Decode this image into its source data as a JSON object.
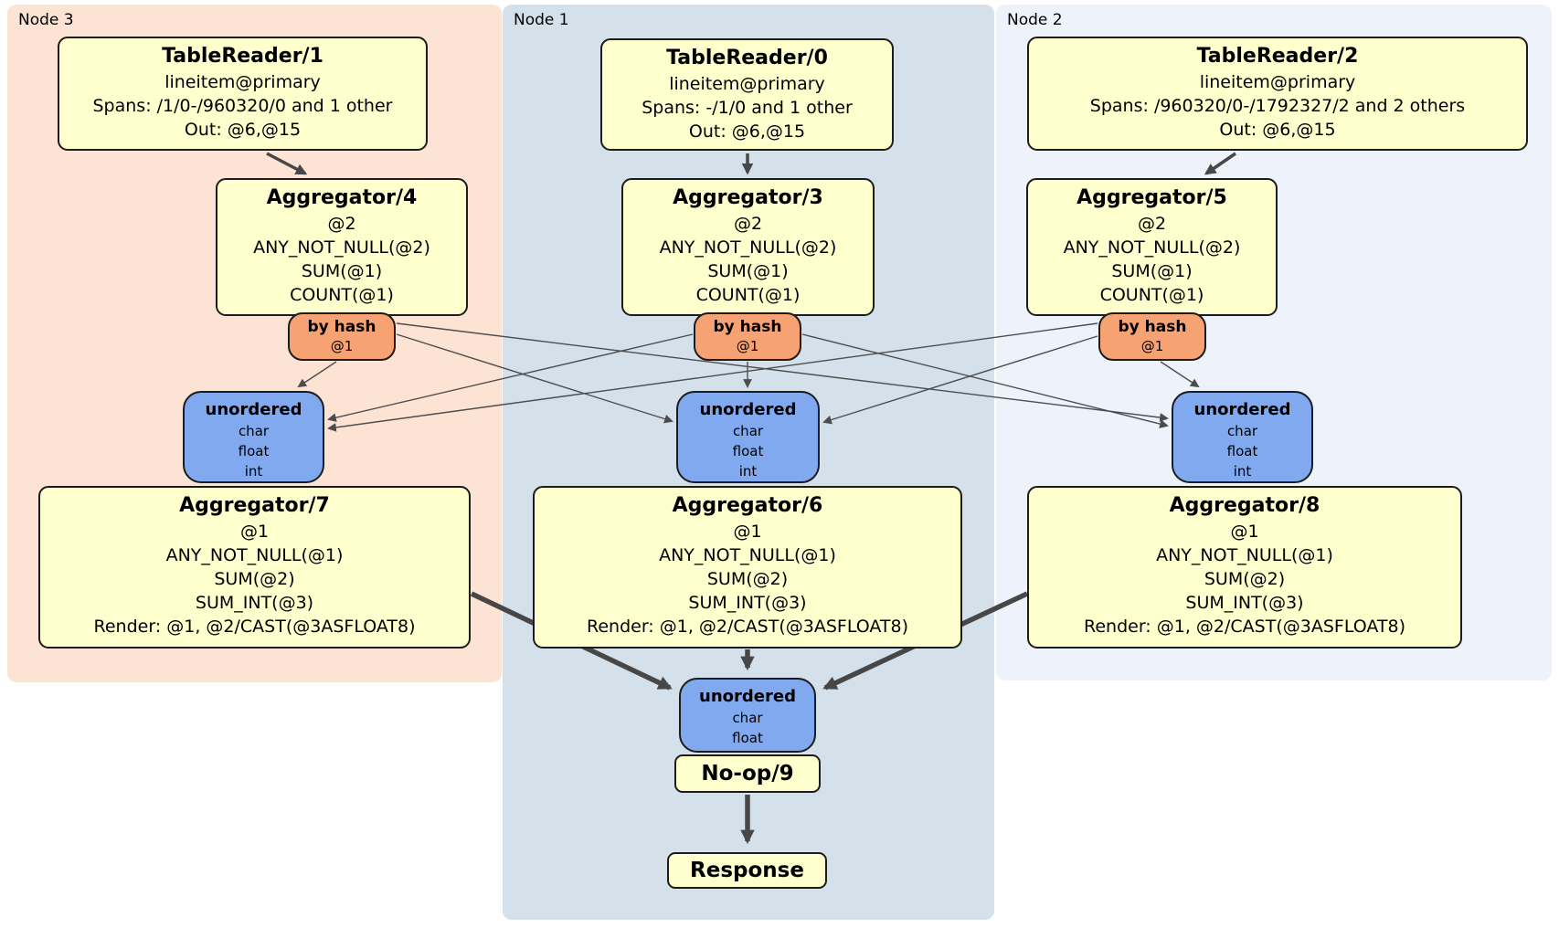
{
  "diagram": {
    "groups": {
      "node3": {
        "label": "Node 3"
      },
      "node1": {
        "label": "Node 1"
      },
      "node2": {
        "label": "Node 2"
      }
    },
    "nodes": {
      "tr1": {
        "title": "TableReader/1",
        "lines": [
          "lineitem@primary",
          "Spans: /1/0-/960320/0 and 1 other",
          "Out: @6,@15"
        ]
      },
      "tr0": {
        "title": "TableReader/0",
        "lines": [
          "lineitem@primary",
          "Spans: -/1/0 and 1 other",
          "Out: @6,@15"
        ]
      },
      "tr2": {
        "title": "TableReader/2",
        "lines": [
          "lineitem@primary",
          "Spans: /960320/0-/1792327/2 and 2 others",
          "Out: @6,@15"
        ]
      },
      "agg4": {
        "title": "Aggregator/4",
        "lines": [
          "@2",
          "ANY_NOT_NULL(@2)",
          "SUM(@1)",
          "COUNT(@1)"
        ]
      },
      "agg3": {
        "title": "Aggregator/3",
        "lines": [
          "@2",
          "ANY_NOT_NULL(@2)",
          "SUM(@1)",
          "COUNT(@1)"
        ]
      },
      "agg5": {
        "title": "Aggregator/5",
        "lines": [
          "@2",
          "ANY_NOT_NULL(@2)",
          "SUM(@1)",
          "COUNT(@1)"
        ]
      },
      "router4": {
        "title": "by hash",
        "lines": [
          "@1"
        ]
      },
      "router3": {
        "title": "by hash",
        "lines": [
          "@1"
        ]
      },
      "router5": {
        "title": "by hash",
        "lines": [
          "@1"
        ]
      },
      "sync3": {
        "title": "unordered",
        "lines": [
          "char",
          "float",
          "int"
        ]
      },
      "sync1": {
        "title": "unordered",
        "lines": [
          "char",
          "float",
          "int"
        ]
      },
      "sync2": {
        "title": "unordered",
        "lines": [
          "char",
          "float",
          "int"
        ]
      },
      "agg7": {
        "title": "Aggregator/7",
        "lines": [
          "@1",
          "ANY_NOT_NULL(@1)",
          "SUM(@2)",
          "SUM_INT(@3)",
          "Render: @1, @2/CAST(@3ASFLOAT8)"
        ]
      },
      "agg6": {
        "title": "Aggregator/6",
        "lines": [
          "@1",
          "ANY_NOT_NULL(@1)",
          "SUM(@2)",
          "SUM_INT(@3)",
          "Render: @1, @2/CAST(@3ASFLOAT8)"
        ]
      },
      "agg8": {
        "title": "Aggregator/8",
        "lines": [
          "@1",
          "ANY_NOT_NULL(@1)",
          "SUM(@2)",
          "SUM_INT(@3)",
          "Render: @1, @2/CAST(@3ASFLOAT8)"
        ]
      },
      "syncFinal": {
        "title": "unordered",
        "lines": [
          "char",
          "float"
        ]
      },
      "noop": {
        "title": "No-op/9"
      },
      "response": {
        "title": "Response"
      }
    },
    "colors": {
      "node_box_fill": "#ffffcd",
      "router_fill": "#f6a272",
      "sync_fill": "#81a9f0",
      "panel_node3": "#fce3d4",
      "panel_node1": "#d4e1ea",
      "panel_node2": "#edf2fb",
      "edge": "#474747",
      "border": "#1c1c1c"
    }
  }
}
